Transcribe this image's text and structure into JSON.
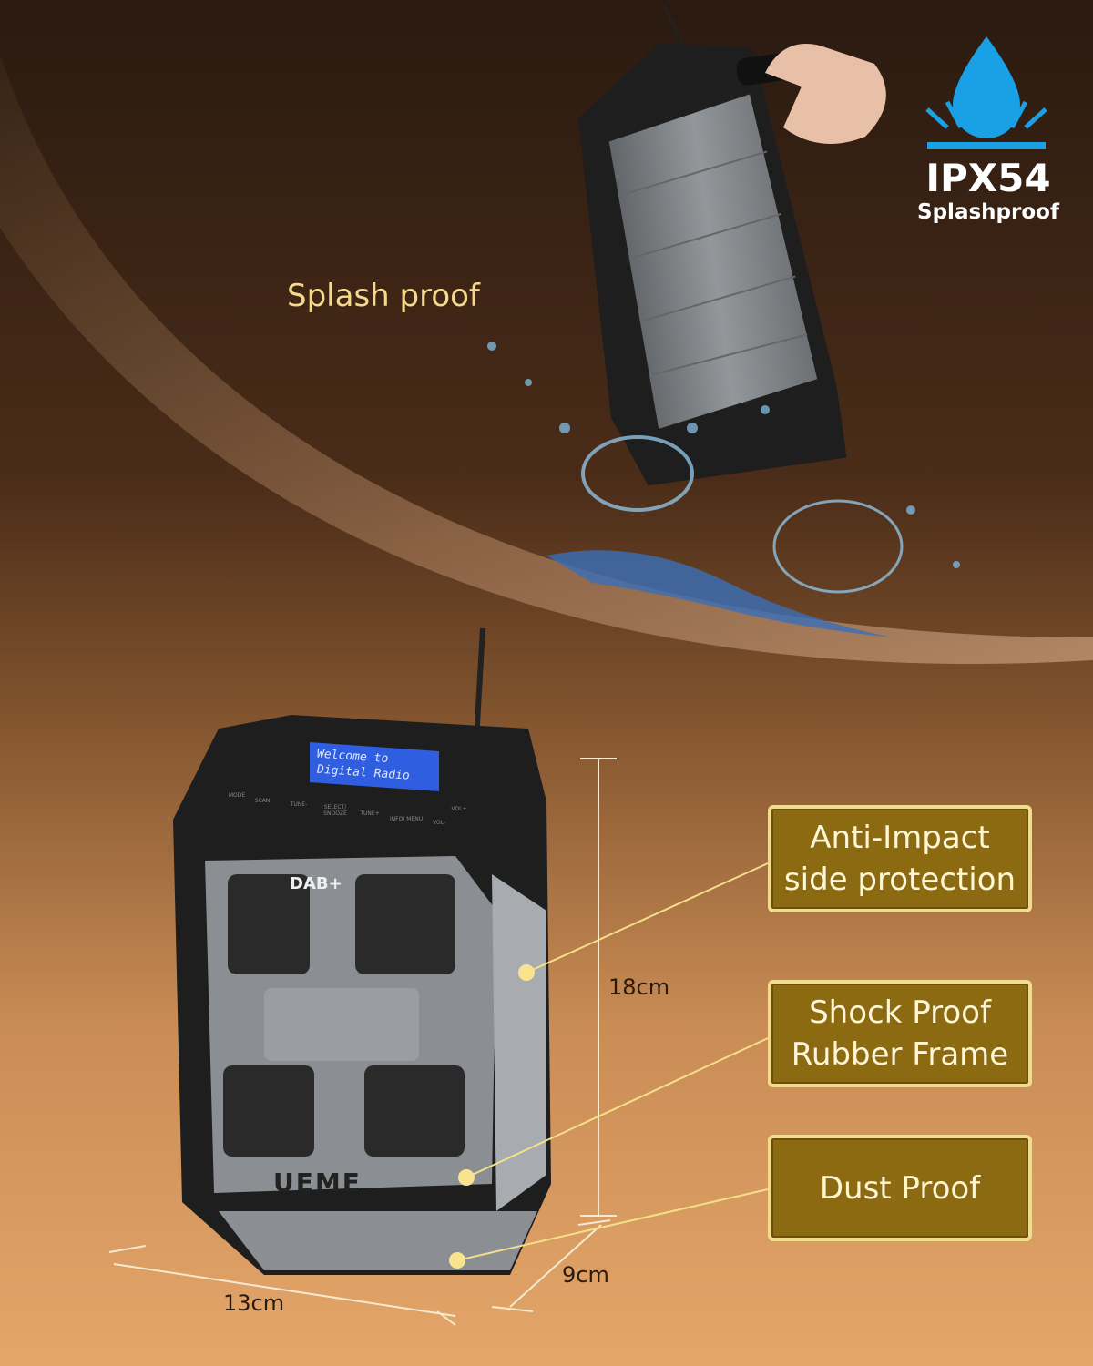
{
  "badge": {
    "rating": "IPX54",
    "label": "Splashproof",
    "icon": "water-drop-icon",
    "color": "#1aa0e4"
  },
  "headline": "Splash proof",
  "radio": {
    "display": [
      "Welcome to",
      "Digital Radio"
    ],
    "buttons": [
      "MODE",
      "SCAN",
      "TUNE-",
      "SELECT/ SNOOZE",
      "TUNE+",
      "INFO/ MENU",
      "VOL+",
      "VOL-"
    ],
    "logo": "DAB+",
    "brand": "UEME"
  },
  "callouts": [
    {
      "lines": [
        "Anti-Impact",
        "side protection"
      ]
    },
    {
      "lines": [
        "Shock Proof",
        "Rubber Frame"
      ]
    },
    {
      "lines": [
        "Dust Proof"
      ]
    }
  ],
  "dimensions": {
    "height": "18cm",
    "width": "13cm",
    "depth": "9cm"
  }
}
